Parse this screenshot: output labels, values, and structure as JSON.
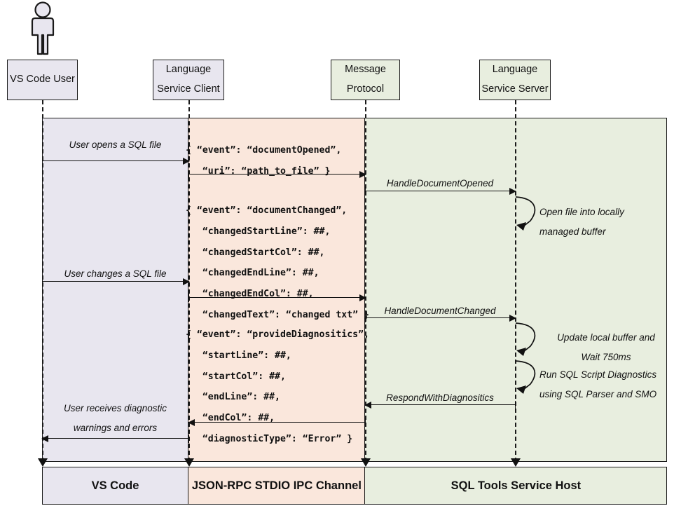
{
  "diagram": {
    "title": "VS Code SQL Tools Language Service sequence diagram",
    "colors": {
      "vscode_lane": "#e8e6ef",
      "ipc_lane": "#fae7dc",
      "host_lane": "#e8eedf",
      "stroke": "#1a1a1a"
    }
  },
  "actor": {
    "name": "vs-code-user-actor"
  },
  "participants": [
    {
      "id": "vs-code-user",
      "line1": "VS Code User",
      "line2": "",
      "style": "lilac"
    },
    {
      "id": "language-service-client",
      "line1": "Language",
      "line2": "Service Client",
      "style": "lilac"
    },
    {
      "id": "message-protocol",
      "line1": "Message",
      "line2": "Protocol",
      "style": "green"
    },
    {
      "id": "language-service-server",
      "line1": "Language",
      "line2": "Service Server",
      "style": "green"
    }
  ],
  "messages": {
    "user_opens_file": "User opens a SQL file",
    "handle_document_opened": "HandleDocumentOpened",
    "user_changes_file": "User changes a SQL file",
    "handle_document_changed": "HandleDocumentChanged",
    "respond_with_diagnostics": "RespondWithDiagnositics",
    "user_receives_line1": "User receives diagnostic",
    "user_receives_line2": "warnings and errors"
  },
  "payloads": {
    "document_opened": "{ “event”: “documentOpened”,\n   “uri”: “path_to_file” }",
    "document_changed": "{ “event”: “documentChanged”,\n   “changedStartLine”: ##,\n   “changedStartCol”: ##,\n   “changedEndLine”: ##,\n   “changedEndCol”: ##,\n   “changedText”: “changed txt” }",
    "provide_diagnostics": "{ “event”: “provideDiagnositics”,\n   “startLine”: ##,\n   “startCol”: ##,\n   “endLine”: ##,\n   “endCol”: ##,\n   “diagnosticType”: “Error” }"
  },
  "self_loops": [
    {
      "id": "open-file-buffer",
      "line1": "Open file into locally",
      "line2": "managed buffer"
    },
    {
      "id": "update-buffer",
      "line1": "Update local buffer and",
      "line2": "Wait 750ms"
    },
    {
      "id": "run-diagnostics",
      "line1": "Run SQL Script Diagnostics",
      "line2": "using SQL Parser and SMO"
    }
  ],
  "footer": [
    {
      "id": "vs-code",
      "label": "VS Code",
      "style": "lilac"
    },
    {
      "id": "ipc",
      "label": "JSON-RPC STDIO IPC Channel",
      "style": "ipc"
    },
    {
      "id": "host",
      "label": "SQL Tools Service Host",
      "style": "green"
    }
  ]
}
